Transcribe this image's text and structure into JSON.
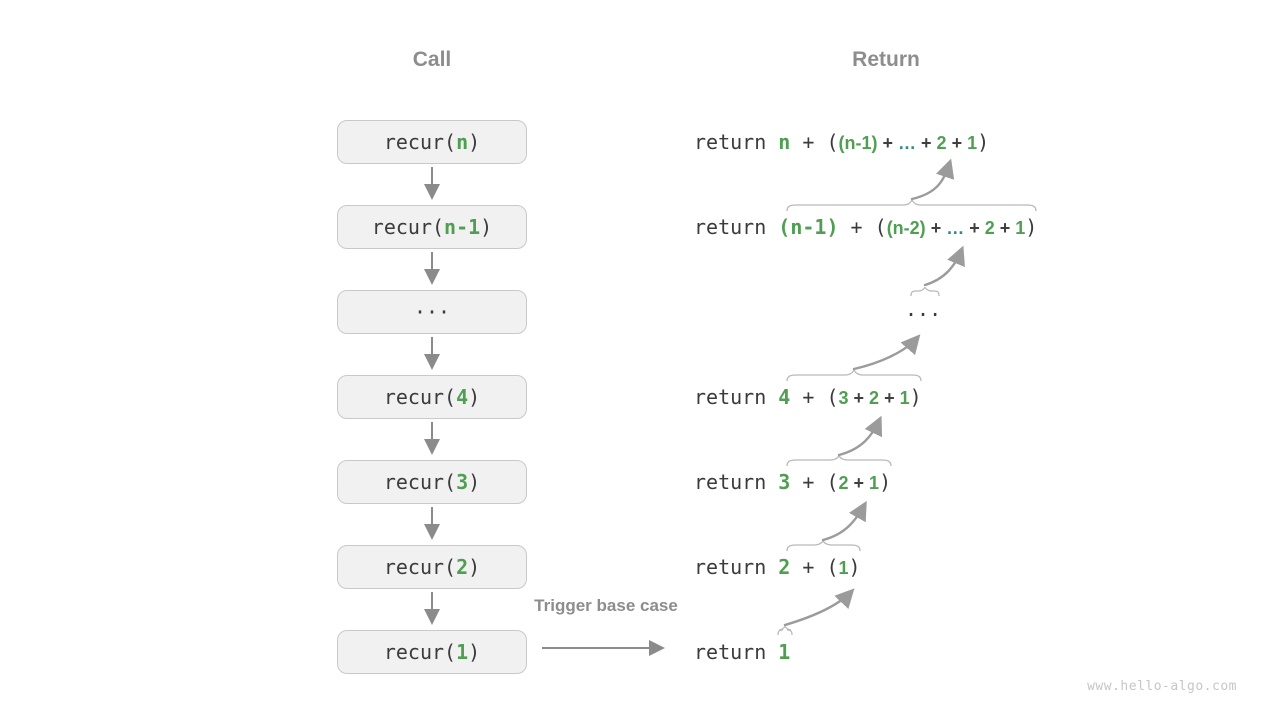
{
  "headers": {
    "call": "Call",
    "return": "Return"
  },
  "labels": {
    "trigger": "Trigger base case"
  },
  "watermark": "www.hello-algo.com",
  "colors": {
    "green": "#4f9e52",
    "teal": "#2e8c8c",
    "code_text": "#3b3b3b",
    "muted_gray": "#8d8d8d",
    "box_fill": "#f1f1f1",
    "box_border": "#c9c9c9",
    "arrow_gray": "#8b8b8b",
    "brace_gray": "#b9b9b9"
  },
  "call_boxes": [
    {
      "tokens": [
        {
          "t": "recur(",
          "c": "k"
        },
        {
          "t": "n",
          "c": "g"
        },
        {
          "t": ")",
          "c": "k"
        }
      ]
    },
    {
      "tokens": [
        {
          "t": "recur(",
          "c": "k"
        },
        {
          "t": "n-1",
          "c": "g"
        },
        {
          "t": ")",
          "c": "k"
        }
      ]
    },
    {
      "tokens": [
        {
          "t": "···",
          "c": "k"
        }
      ]
    },
    {
      "tokens": [
        {
          "t": "recur(",
          "c": "k"
        },
        {
          "t": "4",
          "c": "g"
        },
        {
          "t": ")",
          "c": "k"
        }
      ]
    },
    {
      "tokens": [
        {
          "t": "recur(",
          "c": "k"
        },
        {
          "t": "3",
          "c": "g"
        },
        {
          "t": ")",
          "c": "k"
        }
      ]
    },
    {
      "tokens": [
        {
          "t": "recur(",
          "c": "k"
        },
        {
          "t": "2",
          "c": "g"
        },
        {
          "t": ")",
          "c": "k"
        }
      ]
    },
    {
      "tokens": [
        {
          "t": "recur(",
          "c": "k"
        },
        {
          "t": "1",
          "c": "g"
        },
        {
          "t": ")",
          "c": "k"
        }
      ]
    }
  ],
  "return_lines": [
    {
      "tokens": [
        {
          "t": "return ",
          "c": "k"
        },
        {
          "t": "n",
          "c": "g"
        },
        {
          "t": " + (",
          "c": "k"
        },
        {
          "t": "(n-1)",
          "c": "g",
          "s": 1
        },
        {
          "t": " + ",
          "c": "k",
          "s": 1
        },
        {
          "t": "…",
          "c": "t",
          "s": 1
        },
        {
          "t": " + ",
          "c": "k",
          "s": 1
        },
        {
          "t": "2",
          "c": "g",
          "s": 1
        },
        {
          "t": " + ",
          "c": "k",
          "s": 1
        },
        {
          "t": "1",
          "c": "g",
          "s": 1
        },
        {
          "t": ")",
          "c": "k"
        }
      ]
    },
    {
      "tokens": [
        {
          "t": "return ",
          "c": "k"
        },
        {
          "t": "(n-1)",
          "c": "g"
        },
        {
          "t": " + (",
          "c": "k"
        },
        {
          "t": "(n-2)",
          "c": "g",
          "s": 1
        },
        {
          "t": " + ",
          "c": "k",
          "s": 1
        },
        {
          "t": "…",
          "c": "t",
          "s": 1
        },
        {
          "t": " + ",
          "c": "k",
          "s": 1
        },
        {
          "t": "2",
          "c": "g",
          "s": 1
        },
        {
          "t": " + ",
          "c": "k",
          "s": 1
        },
        {
          "t": "1",
          "c": "g",
          "s": 1
        },
        {
          "t": ")",
          "c": "k"
        }
      ]
    },
    {
      "tokens": [
        {
          "t": "...",
          "c": "k"
        }
      ]
    },
    {
      "tokens": [
        {
          "t": "return ",
          "c": "k"
        },
        {
          "t": "4",
          "c": "g"
        },
        {
          "t": " + (",
          "c": "k"
        },
        {
          "t": "3",
          "c": "g",
          "s": 1
        },
        {
          "t": " + ",
          "c": "k",
          "s": 1
        },
        {
          "t": "2",
          "c": "g",
          "s": 1
        },
        {
          "t": " + ",
          "c": "k",
          "s": 1
        },
        {
          "t": "1",
          "c": "g",
          "s": 1
        },
        {
          "t": ")",
          "c": "k"
        }
      ]
    },
    {
      "tokens": [
        {
          "t": "return ",
          "c": "k"
        },
        {
          "t": "3",
          "c": "g"
        },
        {
          "t": " + (",
          "c": "k"
        },
        {
          "t": "2",
          "c": "g",
          "s": 1
        },
        {
          "t": " + ",
          "c": "k",
          "s": 1
        },
        {
          "t": "1",
          "c": "g",
          "s": 1
        },
        {
          "t": ")",
          "c": "k"
        }
      ]
    },
    {
      "tokens": [
        {
          "t": "return ",
          "c": "k"
        },
        {
          "t": "2",
          "c": "g"
        },
        {
          "t": " + (",
          "c": "k"
        },
        {
          "t": "1",
          "c": "g",
          "s": 1
        },
        {
          "t": ")",
          "c": "k"
        }
      ]
    },
    {
      "tokens": [
        {
          "t": "return ",
          "c": "k"
        },
        {
          "t": "1",
          "c": "g"
        }
      ]
    }
  ]
}
